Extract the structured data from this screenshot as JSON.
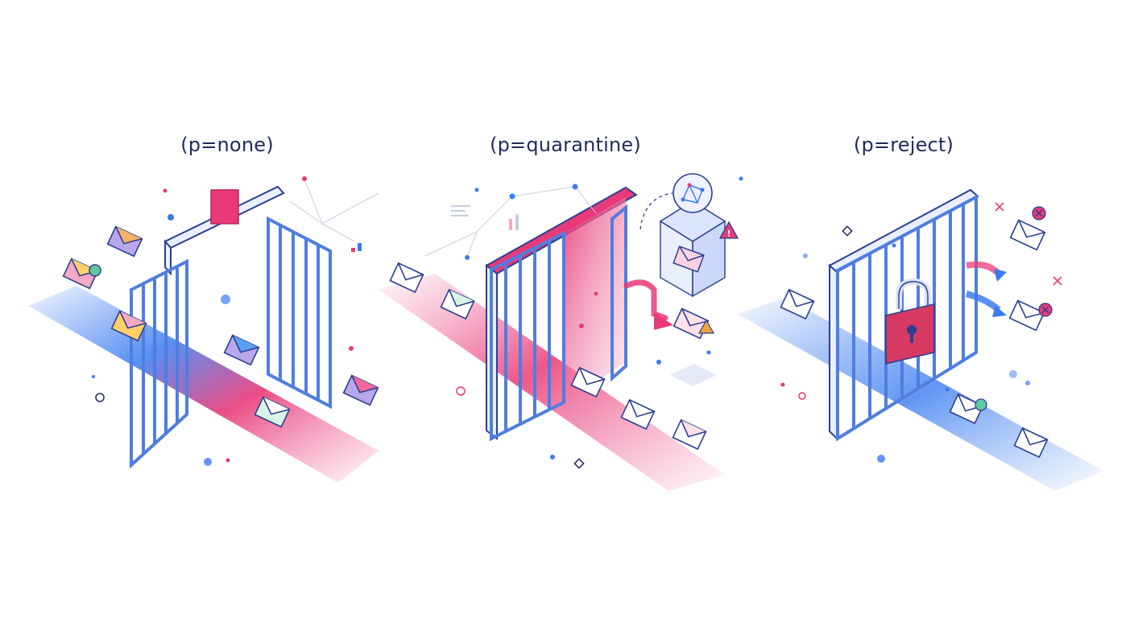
{
  "panels": [
    {
      "id": "none",
      "label": "(p=none)",
      "gate_state": "open"
    },
    {
      "id": "quarantine",
      "label": "(p=quarantine)",
      "gate_state": "half-open"
    },
    {
      "id": "reject",
      "label": "(p=reject)",
      "gate_state": "locked"
    }
  ],
  "colors": {
    "title": "#1f2a5c",
    "gate_frame": "#4f7ee0",
    "gate_frame_dark": "#2a3f8f",
    "accent_pink": "#e83a78",
    "flow_blue": "#3b7bf0",
    "flow_pink": "#f06aa0",
    "envelope_fill": "#ffffff",
    "lock": "#d63a63",
    "success_green": "#5fc9a2",
    "warning_orange": "#f0a33c"
  },
  "icons": [
    "envelope-icon",
    "checkmark-badge-icon",
    "warning-triangle-icon",
    "padlock-icon",
    "x-mark-icon",
    "network-node-icon",
    "arrow-icon"
  ]
}
